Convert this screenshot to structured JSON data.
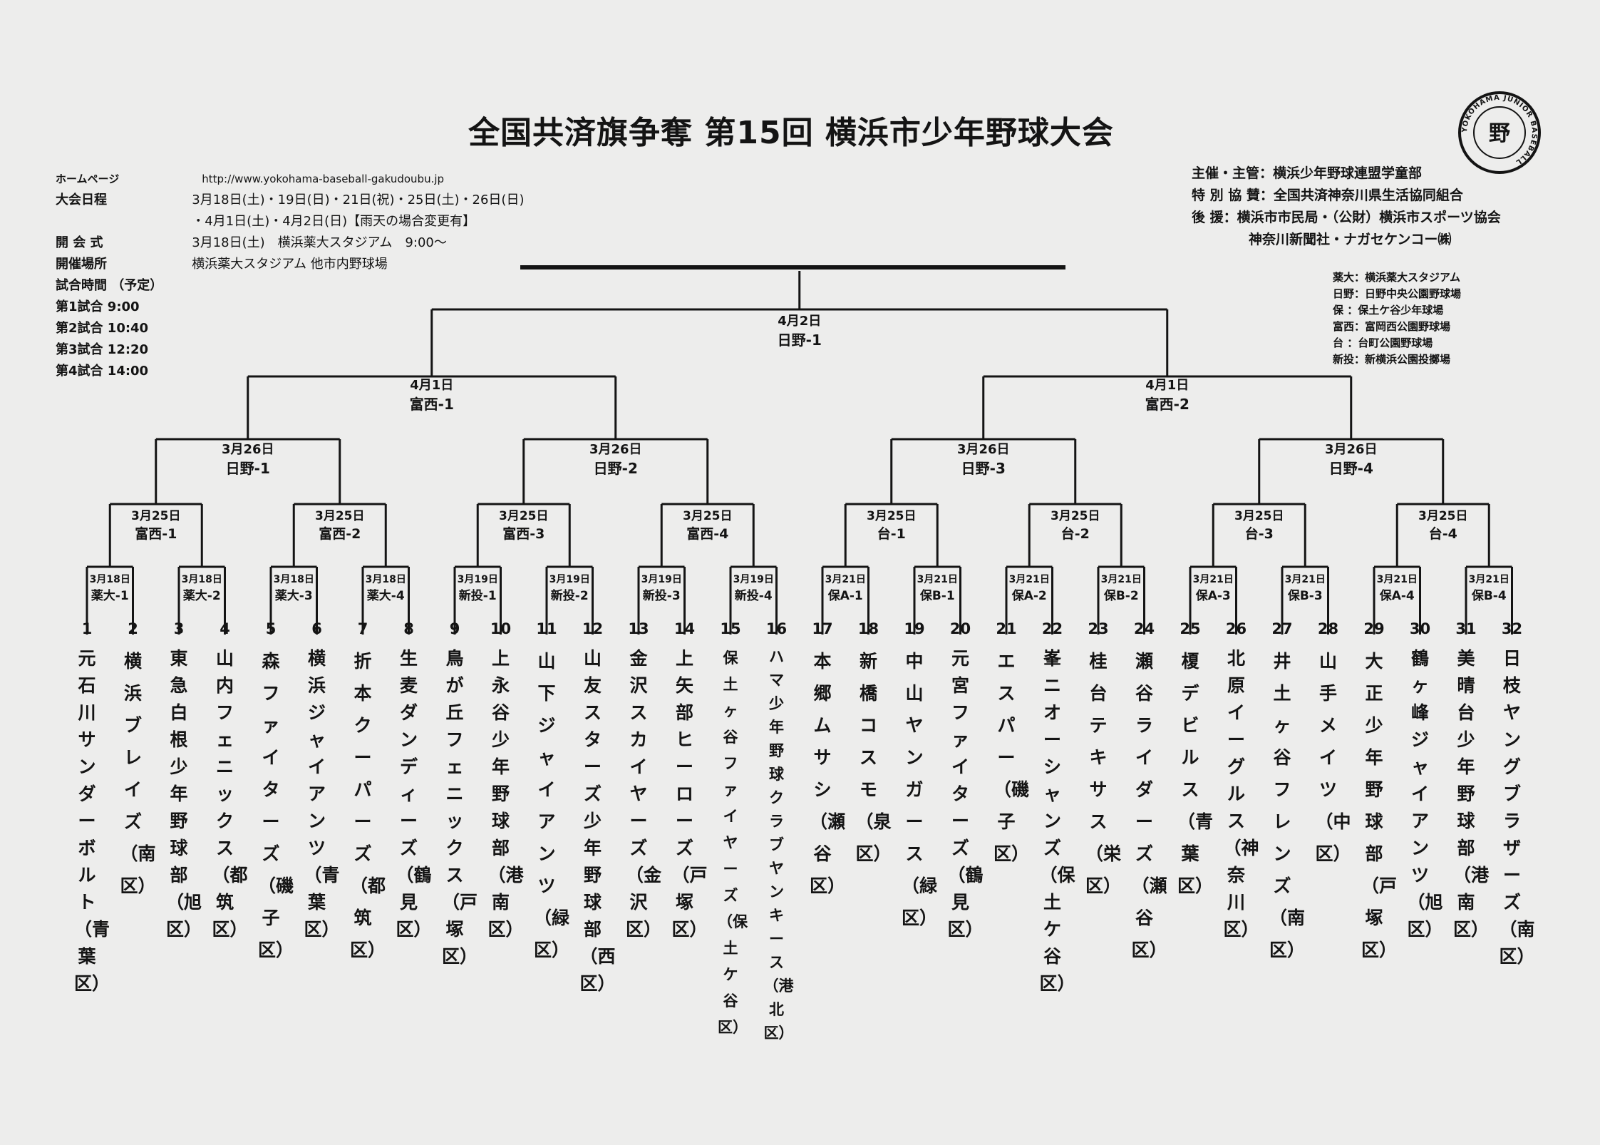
{
  "title": "全国共済旗争奪 第15回 横浜市少年野球大会",
  "info": {
    "homepage_label": "ホームページ",
    "homepage_url": "http://www.yokohama-baseball-gakudoubu.jp",
    "schedule_label": "大会日程",
    "schedule_line1": "3月18日(土)・19日(日)・21日(祝)・25日(土)・26日(日)",
    "schedule_line2": "・4月1日(土)・4月2日(日)【雨天の場合変更有】",
    "opening_label": "開 会 式",
    "opening_value": "3月18日(土)　横浜薬大スタジアム　9:00～",
    "venue_label": "開催場所",
    "venue_value": "横浜薬大スタジアム 他市内野球場",
    "time_label": "試合時間 （予定）",
    "game1": "第1試合  9:00",
    "game2": "第2試合 10:40",
    "game3": "第3試合 12:20",
    "game4": "第4試合 14:00"
  },
  "sponsors": {
    "host": "主催・主管：横浜少年野球連盟学童部",
    "cooperation": "特 別 協 賛：全国共済神奈川県生活協同組合",
    "support": "後 援：横浜市市民局・（公財）横浜市スポーツ協会",
    "support2": "神奈川新聞社・ナガセケンコー㈱"
  },
  "venues": [
    "薬大：横浜薬大スタジアム",
    "日野：日野中央公園野球場",
    "保 ：保土ケ谷少年球場",
    "富西：富岡西公園野球場",
    "台 ：台町公園野球場",
    "新投：新横浜公園投擲場"
  ],
  "logo_text": "YOKOHAMA JUNIOR BASEBALL",
  "logo_mark": "野",
  "round1": [
    {
      "date": "3月18日",
      "venue": "薬大-1"
    },
    {
      "date": "3月18日",
      "venue": "薬大-2"
    },
    {
      "date": "3月18日",
      "venue": "薬大-3"
    },
    {
      "date": "3月18日",
      "venue": "薬大-4"
    },
    {
      "date": "3月19日",
      "venue": "新投-1"
    },
    {
      "date": "3月19日",
      "venue": "新投-2"
    },
    {
      "date": "3月19日",
      "venue": "新投-3"
    },
    {
      "date": "3月19日",
      "venue": "新投-4"
    },
    {
      "date": "3月21日",
      "venue": "保A-1"
    },
    {
      "date": "3月21日",
      "venue": "保B-1"
    },
    {
      "date": "3月21日",
      "venue": "保A-2"
    },
    {
      "date": "3月21日",
      "venue": "保B-2"
    },
    {
      "date": "3月21日",
      "venue": "保A-3"
    },
    {
      "date": "3月21日",
      "venue": "保B-3"
    },
    {
      "date": "3月21日",
      "venue": "保A-4"
    },
    {
      "date": "3月21日",
      "venue": "保B-4"
    }
  ],
  "round2": [
    {
      "date": "3月25日",
      "venue": "富西-1"
    },
    {
      "date": "3月25日",
      "venue": "富西-2"
    },
    {
      "date": "3月25日",
      "venue": "富西-3"
    },
    {
      "date": "3月25日",
      "venue": "富西-4"
    },
    {
      "date": "3月25日",
      "venue": "台-1"
    },
    {
      "date": "3月25日",
      "venue": "台-2"
    },
    {
      "date": "3月25日",
      "venue": "台-3"
    },
    {
      "date": "3月25日",
      "venue": "台-4"
    }
  ],
  "round3": [
    {
      "date": "3月26日",
      "venue": "日野-1"
    },
    {
      "date": "3月26日",
      "venue": "日野-2"
    },
    {
      "date": "3月26日",
      "venue": "日野-3"
    },
    {
      "date": "3月26日",
      "venue": "日野-4"
    }
  ],
  "semis": [
    {
      "date": "4月1日",
      "venue": "富西-1"
    },
    {
      "date": "4月1日",
      "venue": "富西-2"
    }
  ],
  "final": {
    "date": "4月2日",
    "venue": "日野-1"
  },
  "teams": [
    {
      "num": "1",
      "name": "元石川サンダーボルト（青葉区）"
    },
    {
      "num": "2",
      "name": "横浜ブレイズ（南区）"
    },
    {
      "num": "3",
      "name": "東急白根少年野球部（旭区）"
    },
    {
      "num": "4",
      "name": "山内フェニックス（都筑区）"
    },
    {
      "num": "5",
      "name": "森ファイターズ（磯子区）"
    },
    {
      "num": "6",
      "name": "横浜ジャイアンツ（青葉区）"
    },
    {
      "num": "7",
      "name": "折本クーパーズ（都筑区）"
    },
    {
      "num": "8",
      "name": "生麦ダンディーズ（鶴見区）"
    },
    {
      "num": "9",
      "name": "鳥が丘フェニックス（戸塚区）"
    },
    {
      "num": "10",
      "name": "上永谷少年野球部（港南区）"
    },
    {
      "num": "11",
      "name": "山下ジャイアンツ（緑区）"
    },
    {
      "num": "12",
      "name": "山友スターズ少年野球部（西区）"
    },
    {
      "num": "13",
      "name": "金沢スカイヤーズ（金沢区）"
    },
    {
      "num": "14",
      "name": "上矢部ヒーローズ（戸塚区）"
    },
    {
      "num": "15",
      "name": "保土ヶ谷ファイヤーズ（保土ケ谷区）"
    },
    {
      "num": "16",
      "name": "ハマ少年野球クラブヤンキース（港北区）"
    },
    {
      "num": "17",
      "name": "本郷ムサシ（瀬谷区）"
    },
    {
      "num": "18",
      "name": "新橋コスモ（泉区）"
    },
    {
      "num": "19",
      "name": "中山ヤンガース（緑区）"
    },
    {
      "num": "20",
      "name": "元宮ファイターズ（鶴見区）"
    },
    {
      "num": "21",
      "name": "エスパー（磯子区）"
    },
    {
      "num": "22",
      "name": "峯ニオーシャンズ（保土ケ谷区）"
    },
    {
      "num": "23",
      "name": "桂台テキサス（栄区）"
    },
    {
      "num": "24",
      "name": "瀬谷ライダーズ（瀬谷区）"
    },
    {
      "num": "25",
      "name": "榎デビルス（青葉区）"
    },
    {
      "num": "26",
      "name": "北原イーグルス（神奈川区）"
    },
    {
      "num": "27",
      "name": "井土ヶ谷フレンズ（南区）"
    },
    {
      "num": "28",
      "name": "山手メイツ（中区）"
    },
    {
      "num": "29",
      "name": "大正少年野球部（戸塚区）"
    },
    {
      "num": "30",
      "name": "鶴ヶ峰ジャイアンツ（旭区）"
    },
    {
      "num": "31",
      "name": "美晴台少年野球部（港南区）"
    },
    {
      "num": "32",
      "name": "日枝ヤングブラザーズ（南区）"
    }
  ]
}
